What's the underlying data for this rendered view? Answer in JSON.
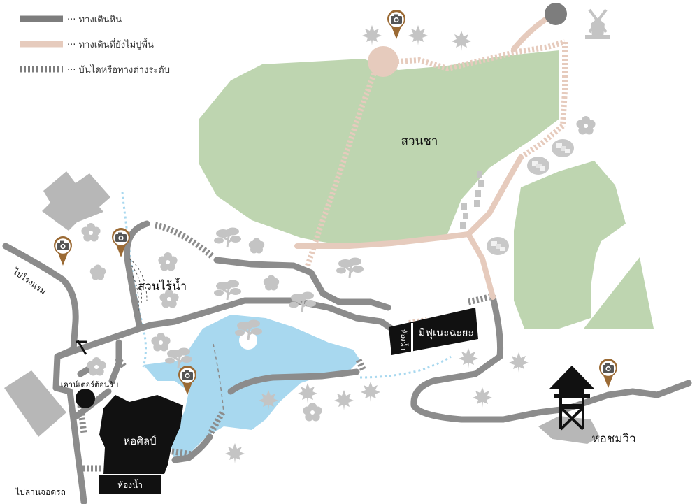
{
  "legend": {
    "stone_path": "··· ทางเดินหิน",
    "unpaved_path": "··· ทางเดินที่ยังไม่ปูพื้น",
    "stairs": "··· บันไดหรือทางต่างระดับ"
  },
  "labels": {
    "tea_garden": "สวนชา",
    "waterless_garden": "สวนไร้น้ำ",
    "to_hotel": "ไปโรงแรม",
    "reception": "เคาน์เตอร์ต้อนรับ",
    "art_hall": "หอศิลป์",
    "restroom_bottom": "ห้องน้ำ",
    "to_parking": "ไปลานจอดรถ",
    "mifune_teahouse": "มิฟุเนะฉะยะ",
    "restroom_teahouse": "ห้องน้ำ",
    "viewing_tower": "หอชมวิว"
  },
  "icons": {
    "camera": "camera-pin-icon",
    "maple": "maple-leaf-icon",
    "sakura": "sakura-flower-icon",
    "plum": "plum-blossom-icon",
    "pine": "pine-tree-icon",
    "windmill": "windmill-icon",
    "no_entry": "no-entry-icon",
    "tower": "tower-icon",
    "photo_spot": "photo-stones-icon"
  },
  "colors": {
    "stone_path": "#8c8c8c",
    "unpaved_path": "#e6cbbd",
    "stairs": "#8c8c8c",
    "garden": "#bed5b0",
    "water": "#a8d8ef",
    "building": "#111111",
    "gray_building": "#b7b7b7",
    "camera_pin": "#9b6a34"
  }
}
